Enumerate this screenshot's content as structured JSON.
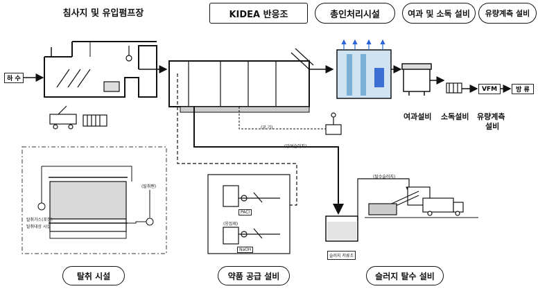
{
  "section_titles": {
    "grit": "침사지 및 유입펌프장",
    "kidea": "KIDEA 반응조",
    "settling": "총인처리시설",
    "filtration": "여과 및 소독 설비",
    "flow_meter": "유량계측 설비"
  },
  "bottom_titles": {
    "deodor": "탈취 시설",
    "chemical": "약품 공급 설비",
    "sludge": "슬러지 탈수 설비"
  },
  "flow_labels": {
    "inflow": "하 수",
    "vfm": "VFM",
    "discharge": "방 류",
    "filter": "여과설비",
    "disinfect": "소독설비",
    "flow_meter_line1": "유량계측",
    "flow_meter_line2": "설비",
    "sludge_storage": "슬러지 저류조"
  },
  "small_labels": {
    "air": "(공 기)",
    "return_sludge": "(잉여슬러지)",
    "dewater_cake": "(탈수슬러지)",
    "deodor_a": "탈취가스(포집)",
    "deodor_b": "탈취대상 시설",
    "deodor_fan": "(탈취팬)",
    "chem_a": "PACl",
    "chem_b": "(응집제)",
    "chem_c": "NaOH"
  },
  "colors": {
    "line": "#111111",
    "water": "#3b78d8",
    "tank_fill": "#e8eef8",
    "media": "#9fc6e0"
  }
}
